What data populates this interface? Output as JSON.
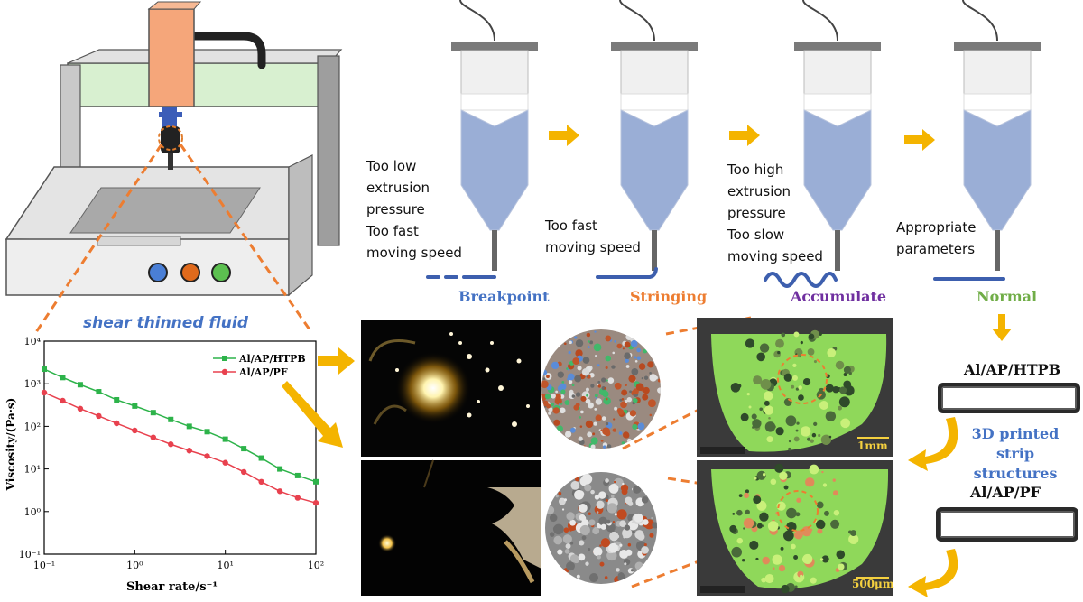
{
  "printer": {
    "title": "shear thinned fluid"
  },
  "stages": [
    {
      "condition": [
        "Too low",
        "extrusion",
        "pressure",
        "Too fast",
        "moving speed"
      ],
      "result": "Breakpoint",
      "color": "#4472c4"
    },
    {
      "condition": [
        "Too fast",
        "moving speed"
      ],
      "result": "Stringing",
      "color": "#ed7d31"
    },
    {
      "condition": [
        "Too high",
        "extrusion",
        "pressure",
        "Too slow",
        "moving speed"
      ],
      "result": "Accumulate",
      "color": "#7030a0"
    },
    {
      "condition": [
        "Appropriate",
        "parameters"
      ],
      "result": "Normal",
      "color": "#70ad47"
    }
  ],
  "chart_data": {
    "type": "line",
    "xlabel": "Shear rate/s⁻¹",
    "ylabel": "Viscosity/(Pa·s)",
    "xscale": "log",
    "yscale": "log",
    "xlim": [
      0.1,
      100
    ],
    "ylim": [
      0.1,
      10000
    ],
    "x_ticks": [
      "10⁻¹",
      "10⁰",
      "10¹",
      "10²"
    ],
    "y_ticks": [
      "10⁻¹",
      "10⁰",
      "10¹",
      "10²",
      "10³",
      "10⁴"
    ],
    "legend_position": "top-right",
    "series": [
      {
        "name": "Al/AP/HTPB",
        "color": "#2db34a",
        "marker": "square",
        "x": [
          0.1,
          0.16,
          0.25,
          0.4,
          0.63,
          1.0,
          1.6,
          2.5,
          4.0,
          6.3,
          10,
          16,
          25,
          40,
          63,
          100
        ],
        "y": [
          2200,
          1400,
          950,
          650,
          420,
          300,
          210,
          145,
          100,
          75,
          50,
          30,
          18,
          10,
          7,
          5
        ]
      },
      {
        "name": "Al/AP/PF",
        "color": "#e8414e",
        "marker": "circle",
        "x": [
          0.1,
          0.16,
          0.25,
          0.4,
          0.63,
          1.0,
          1.6,
          2.5,
          4.0,
          6.3,
          10,
          16,
          25,
          40,
          63,
          100
        ],
        "y": [
          620,
          400,
          260,
          175,
          118,
          80,
          55,
          38,
          27,
          20,
          14,
          8.5,
          5,
          3,
          2.1,
          1.6
        ]
      }
    ]
  },
  "sem": {
    "scale_top": "1mm",
    "scale_bottom": "500μm"
  },
  "products": {
    "label_top": "Al/AP/HTPB",
    "label_bottom": "Al/AP/PF",
    "caption": [
      "3D printed",
      "strip structures"
    ],
    "caption_color": "#4472c4"
  },
  "colors": {
    "arrow": "#f4b400",
    "dashed": "#ed7d31",
    "syringe_fill": "#9aaed6"
  }
}
